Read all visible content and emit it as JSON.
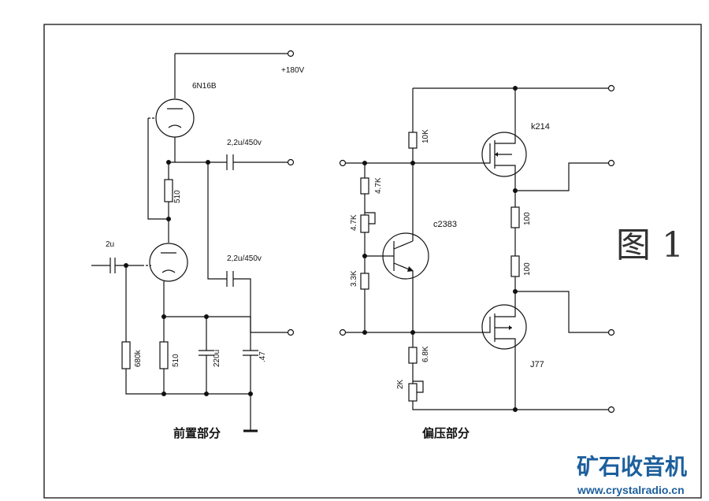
{
  "labels": {
    "tube_6n16b": "6N16B",
    "supply": "+180V",
    "cap_upper": "2,2u/450v",
    "cap_lower": "2,2u/450v",
    "r_anode": "510",
    "cap_in": "2u",
    "r_grid": "680k",
    "r_cathode": "510",
    "cap_220u": "220u",
    "cap_047": ".47",
    "r_10k": "10K",
    "r_47k": "4.7K",
    "pot_47k": "4.7K",
    "r_33k": "3.3K",
    "transistor": "c2383",
    "r_68k": "6.8K",
    "pot_2k": "2K",
    "mos_top": "k214",
    "mos_bot": "J77",
    "r_100_a": "100",
    "r_100_b": "100"
  },
  "captions": {
    "preamp": "前置部分",
    "bias": "偏压部分",
    "figure": "图 1"
  },
  "watermark": {
    "title": "矿石收音机",
    "url": "www.crystalradio.cn"
  },
  "colors": {
    "line": "#111111",
    "watermark": "#1d5f9c"
  }
}
